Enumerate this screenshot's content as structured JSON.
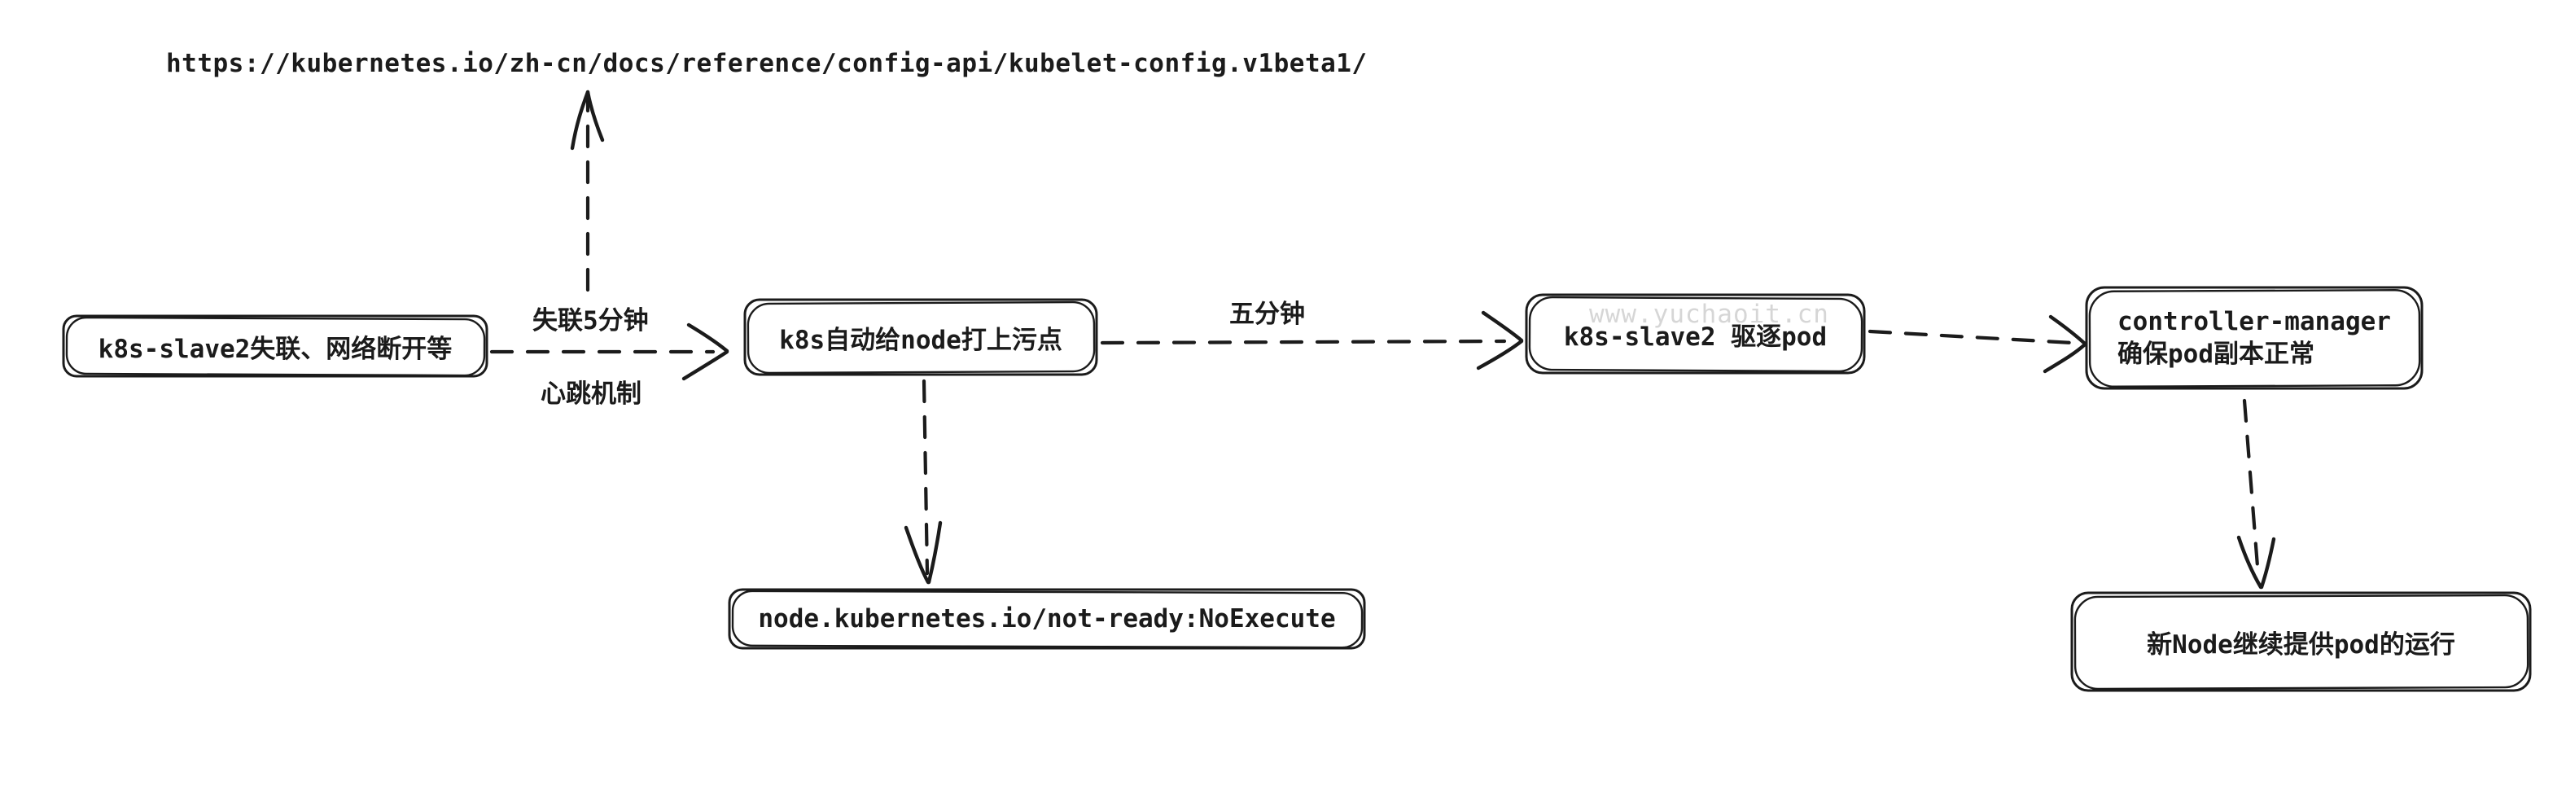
{
  "colors": {
    "background": "#ffffff",
    "ink": "#1b1b1b",
    "watermark": "#d6d6d6"
  },
  "reference_url": "https://kubernetes.io/zh-cn/docs/reference/config-api/kubelet-config.v1beta1/",
  "watermark": "www.yuchaoit.cn",
  "nodes": [
    {
      "label": "k8s-slave2失联、网络断开等"
    },
    {
      "label": "k8s自动给node打上污点"
    },
    {
      "label": "k8s-slave2 驱逐pod"
    },
    {
      "line1": "controller-manager",
      "line2": "确保pod副本正常"
    },
    {
      "label": "node.kubernetes.io/not-ready:NoExecute"
    },
    {
      "label": "新Node继续提供pod的运行"
    }
  ],
  "edge_labels": {
    "lost_contact": "失联5分钟",
    "heartbeat": "心跳机制",
    "five_minutes": "五分钟"
  }
}
